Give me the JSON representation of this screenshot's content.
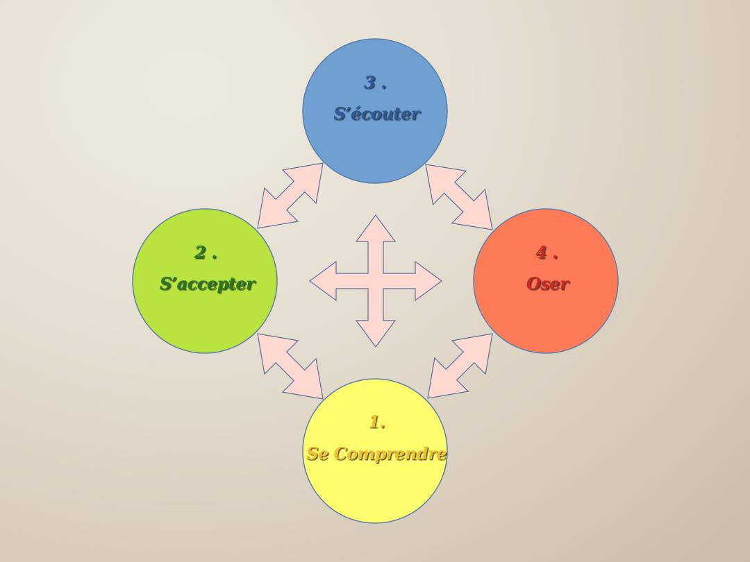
{
  "diagram": {
    "background": {
      "from": "#eeeadf",
      "to": "#c9bba9"
    },
    "arrow_fill": "#fdd9d2",
    "arrow_stroke": "#5a6f9a",
    "nodes": [
      {
        "id": "se-comprendre",
        "step": "1.",
        "label": "Se Comprendre",
        "position": "bottom",
        "fill": "#ffff6e",
        "text_color": "#f2c02a"
      },
      {
        "id": "s-accepter",
        "step": "2 .",
        "label": "S’accepter",
        "position": "left",
        "fill": "#b9e33f",
        "text_color": "#2b7a24"
      },
      {
        "id": "s-ecouter",
        "step": "3 .",
        "label": "S’écouter",
        "position": "top",
        "fill": "#709fd2",
        "text_color": "#2e5a94"
      },
      {
        "id": "oser",
        "step": "4 .",
        "label": "Oser",
        "position": "right",
        "fill": "#ff7b57",
        "text_color": "#c62a20"
      }
    ],
    "connectors": [
      {
        "id": "arrow-accepter-ecouter",
        "from": "s-accepter",
        "to": "s-ecouter",
        "type": "double-headed"
      },
      {
        "id": "arrow-ecouter-oser",
        "from": "s-ecouter",
        "to": "oser",
        "type": "double-headed"
      },
      {
        "id": "arrow-accepter-comprendre",
        "from": "s-accepter",
        "to": "se-comprendre",
        "type": "double-headed"
      },
      {
        "id": "arrow-oser-comprendre",
        "from": "oser",
        "to": "se-comprendre",
        "type": "double-headed"
      },
      {
        "id": "arrow-center-cross",
        "type": "four-way"
      }
    ]
  }
}
